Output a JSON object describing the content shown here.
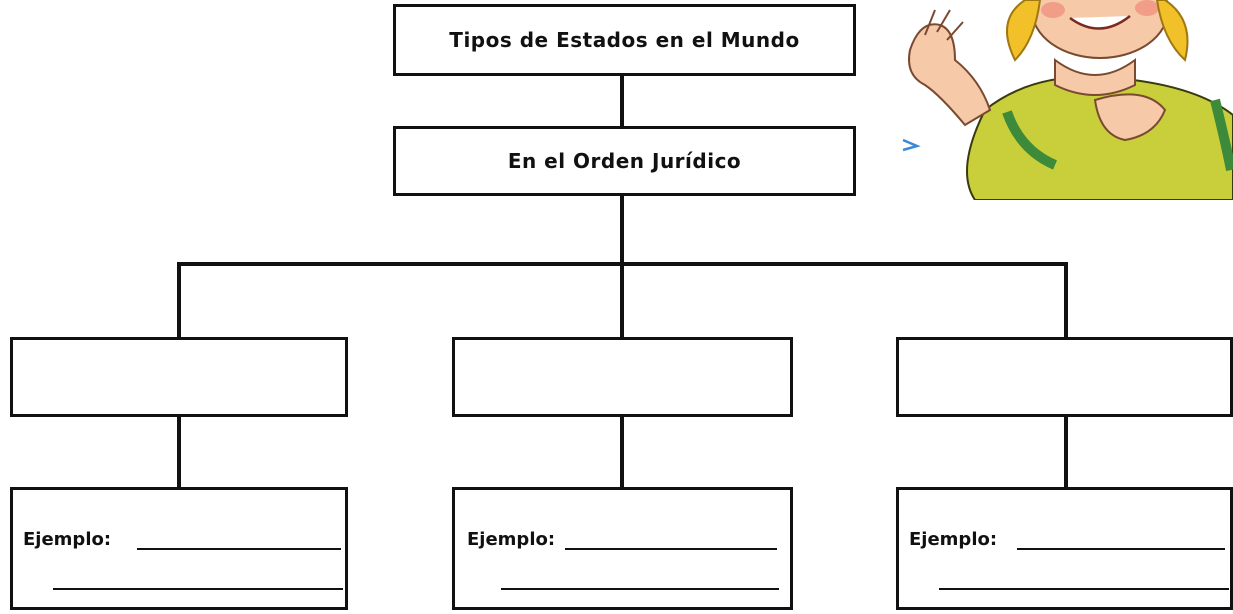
{
  "diagram": {
    "root": {
      "label": "Tipos de Estados en el Mundo"
    },
    "level2": {
      "label": "En el Orden Jurídico"
    },
    "categories": [
      {
        "label": "",
        "example_label": "Ejemplo:"
      },
      {
        "label": "",
        "example_label": "Ejemplo:"
      },
      {
        "label": "",
        "example_label": "Ejemplo:"
      }
    ]
  },
  "colors": {
    "line": "#111111",
    "skin": "#f6c9a8",
    "hair": "#f2c029",
    "shirt": "#c9cf3a",
    "sleeve_trim": "#3c8a3a"
  },
  "icons": [
    "cartoon-girl-illustration"
  ]
}
